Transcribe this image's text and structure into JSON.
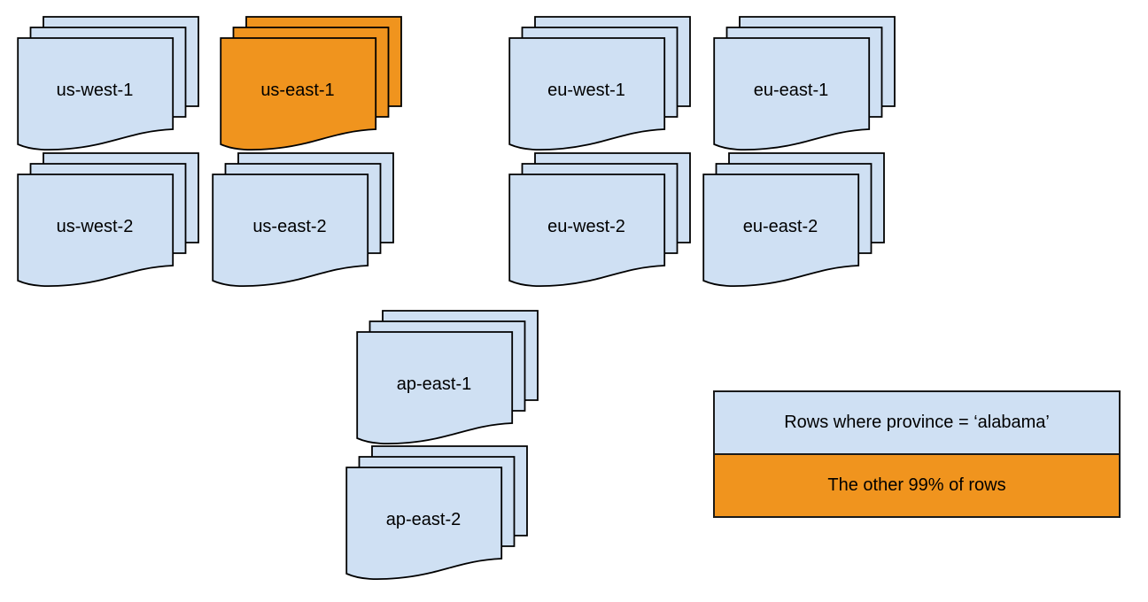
{
  "diagram": {
    "stacks": [
      {
        "id": "us-west-1",
        "label": "us-west-1",
        "color": "blue"
      },
      {
        "id": "us-east-1",
        "label": "us-east-1",
        "color": "orange"
      },
      {
        "id": "eu-west-1",
        "label": "eu-west-1",
        "color": "blue"
      },
      {
        "id": "eu-east-1",
        "label": "eu-east-1",
        "color": "blue"
      },
      {
        "id": "us-west-2",
        "label": "us-west-2",
        "color": "blue"
      },
      {
        "id": "us-east-2",
        "label": "us-east-2",
        "color": "blue"
      },
      {
        "id": "eu-west-2",
        "label": "eu-west-2",
        "color": "blue"
      },
      {
        "id": "eu-east-2",
        "label": "eu-east-2",
        "color": "blue"
      },
      {
        "id": "ap-east-1",
        "label": "ap-east-1",
        "color": "blue"
      },
      {
        "id": "ap-east-2",
        "label": "ap-east-2",
        "color": "blue"
      }
    ],
    "legend": {
      "items": [
        {
          "label": "Rows where province = ‘alabama’",
          "color": "blue"
        },
        {
          "label": "The other 99% of rows",
          "color": "orange"
        }
      ]
    },
    "colors": {
      "region_blue": "#cfe0f3",
      "highlight_orange": "#f0941e",
      "outline": "#000000",
      "background": "#ffffff"
    }
  }
}
